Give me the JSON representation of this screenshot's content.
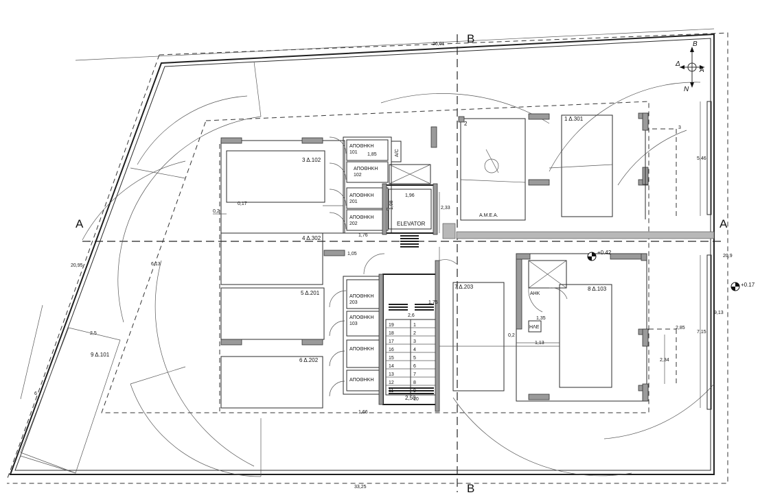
{
  "sections": {
    "a": "A",
    "b": "B"
  },
  "compass": {
    "north": "B",
    "west": "Δ",
    "east": "A",
    "south": "N"
  },
  "units": {
    "d102": "3 Δ.102",
    "d302": "4 Δ.302",
    "d201": "5 Δ.201",
    "d202": "6 Δ.202",
    "d101": "9 Δ.101",
    "d301": "1 Δ.301",
    "d2": "2",
    "amea": "Α.Μ.Ε.Α.",
    "d203": "7 Δ.203",
    "d103": "8 Δ.103"
  },
  "storage": {
    "s101": "ΑΠΟΘΗΚΗ",
    "s101n": "101",
    "s102": "ΑΠΟΘΗΚΗ",
    "s102n": "102",
    "s201": "ΑΠΟΘΗΚΗ",
    "s201n": "201",
    "s202": "ΑΠΟΘΗΚΗ",
    "s202n": "202",
    "s203": "ΑΠΟΘΗΚΗ",
    "s203n": "203",
    "s103": "ΑΠΟΘΗΚΗ",
    "s103n": "103",
    "s_a": "ΑΠΟΘΗΚΗ",
    "s_b": "ΑΠΟΘΗΚΗ"
  },
  "labels": {
    "elevator": "ELEVATOR",
    "ac": "A/C",
    "ahk": "ΑΗΚ",
    "hae": "ΗΛΕ",
    "lvl1": "+0.42",
    "lvl2": "+0.17"
  },
  "dims": {
    "top": "26,01",
    "bottom": "33,25",
    "left": "20,95",
    "right": "20,9",
    "d185": "1,85",
    "d017": "0,17",
    "d02a": "0,2",
    "d198": "1,98",
    "d196": "1,96",
    "d233": "2,33",
    "d176": "1,76",
    "d105": "1,05",
    "d213": "6,13",
    "d175": "1,75",
    "d26": "2,6",
    "d250": "2,50",
    "d166": "1,66",
    "d25": "2,5",
    "d6": "6",
    "d3": "3",
    "d546": "5,46",
    "d135": "1,35",
    "d02b": "0,2",
    "d113": "1,13",
    "d285": "2,85",
    "d715": "7,15",
    "d913": "9,13",
    "d234": "2,34"
  },
  "stairs_left": [
    "19",
    "18",
    "17",
    "16",
    "15",
    "14",
    "13",
    "12",
    "11"
  ],
  "stairs_right": [
    "1",
    "2",
    "3",
    "4",
    "5",
    "6",
    "7",
    "8",
    "9",
    "10"
  ]
}
